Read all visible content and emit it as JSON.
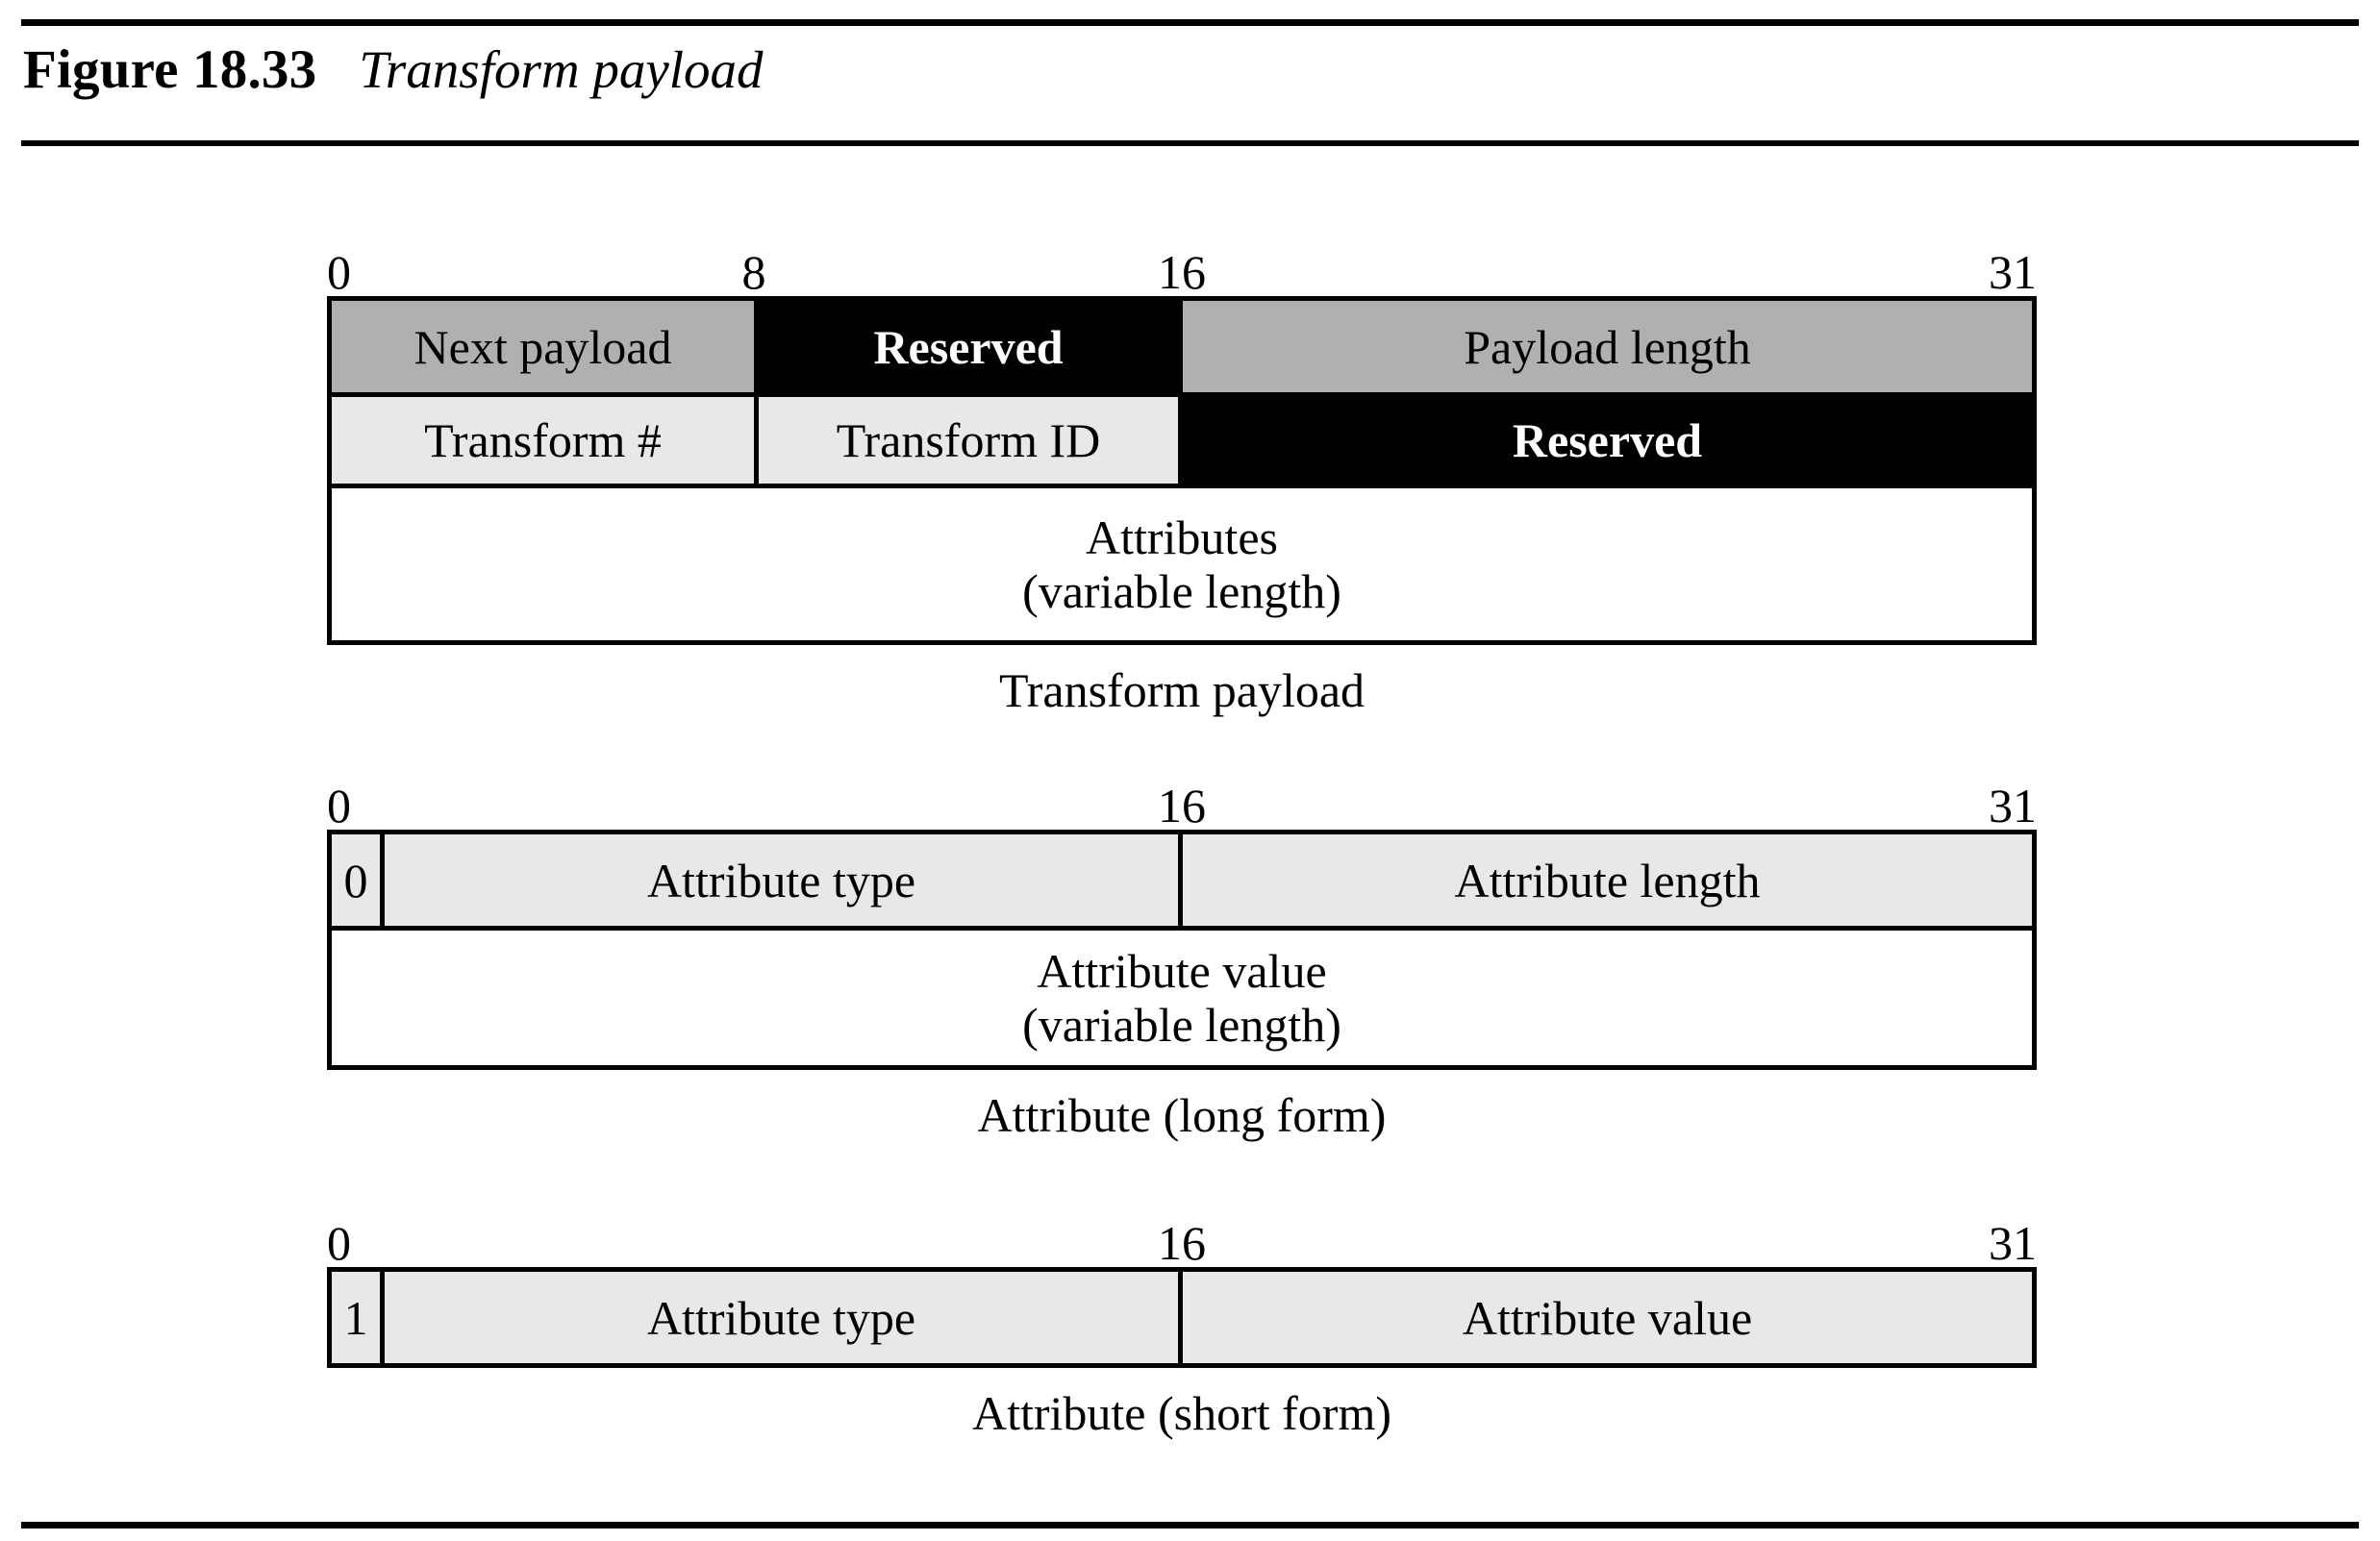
{
  "figure": {
    "label": "Figure 18.33",
    "title": "Transform payload"
  },
  "colors": {
    "medium_gray": "#b0b0b0",
    "light_gray": "#e8e8e8",
    "black": "#000000",
    "white": "#ffffff"
  },
  "blocks": [
    {
      "id": "transform-payload",
      "caption": "Transform payload",
      "ruler": {
        "ticks": [
          "0",
          "8",
          "16",
          "31"
        ]
      },
      "rows": [
        {
          "cells": [
            {
              "label": "Next payload",
              "fill": "medium_gray",
              "bits": 8
            },
            {
              "label": "Reserved",
              "fill": "black",
              "bits": 8
            },
            {
              "label": "Payload length",
              "fill": "medium_gray",
              "bits": 16
            }
          ]
        },
        {
          "cells": [
            {
              "label": "Transform #",
              "fill": "light_gray",
              "bits": 8
            },
            {
              "label": "Transform ID",
              "fill": "light_gray",
              "bits": 8
            },
            {
              "label": "Reserved",
              "fill": "black",
              "bits": 16
            }
          ]
        },
        {
          "cells": [
            {
              "label": "Attributes\n(variable length)",
              "fill": "white",
              "bits": 32
            }
          ]
        }
      ]
    },
    {
      "id": "attribute-long-form",
      "caption": "Attribute (long form)",
      "ruler": {
        "ticks": [
          "0",
          "16",
          "31"
        ]
      },
      "rows": [
        {
          "cells": [
            {
              "label": "0",
              "fill": "light_gray",
              "bits": 1
            },
            {
              "label": "Attribute type",
              "fill": "light_gray",
              "bits": 15
            },
            {
              "label": "Attribute length",
              "fill": "light_gray",
              "bits": 16
            }
          ]
        },
        {
          "cells": [
            {
              "label": "Attribute value\n(variable length)",
              "fill": "white",
              "bits": 32
            }
          ]
        }
      ]
    },
    {
      "id": "attribute-short-form",
      "caption": "Attribute (short form)",
      "ruler": {
        "ticks": [
          "0",
          "16",
          "31"
        ]
      },
      "rows": [
        {
          "cells": [
            {
              "label": "1",
              "fill": "light_gray",
              "bits": 1
            },
            {
              "label": "Attribute type",
              "fill": "light_gray",
              "bits": 15
            },
            {
              "label": "Attribute value",
              "fill": "light_gray",
              "bits": 16
            }
          ]
        }
      ]
    }
  ]
}
